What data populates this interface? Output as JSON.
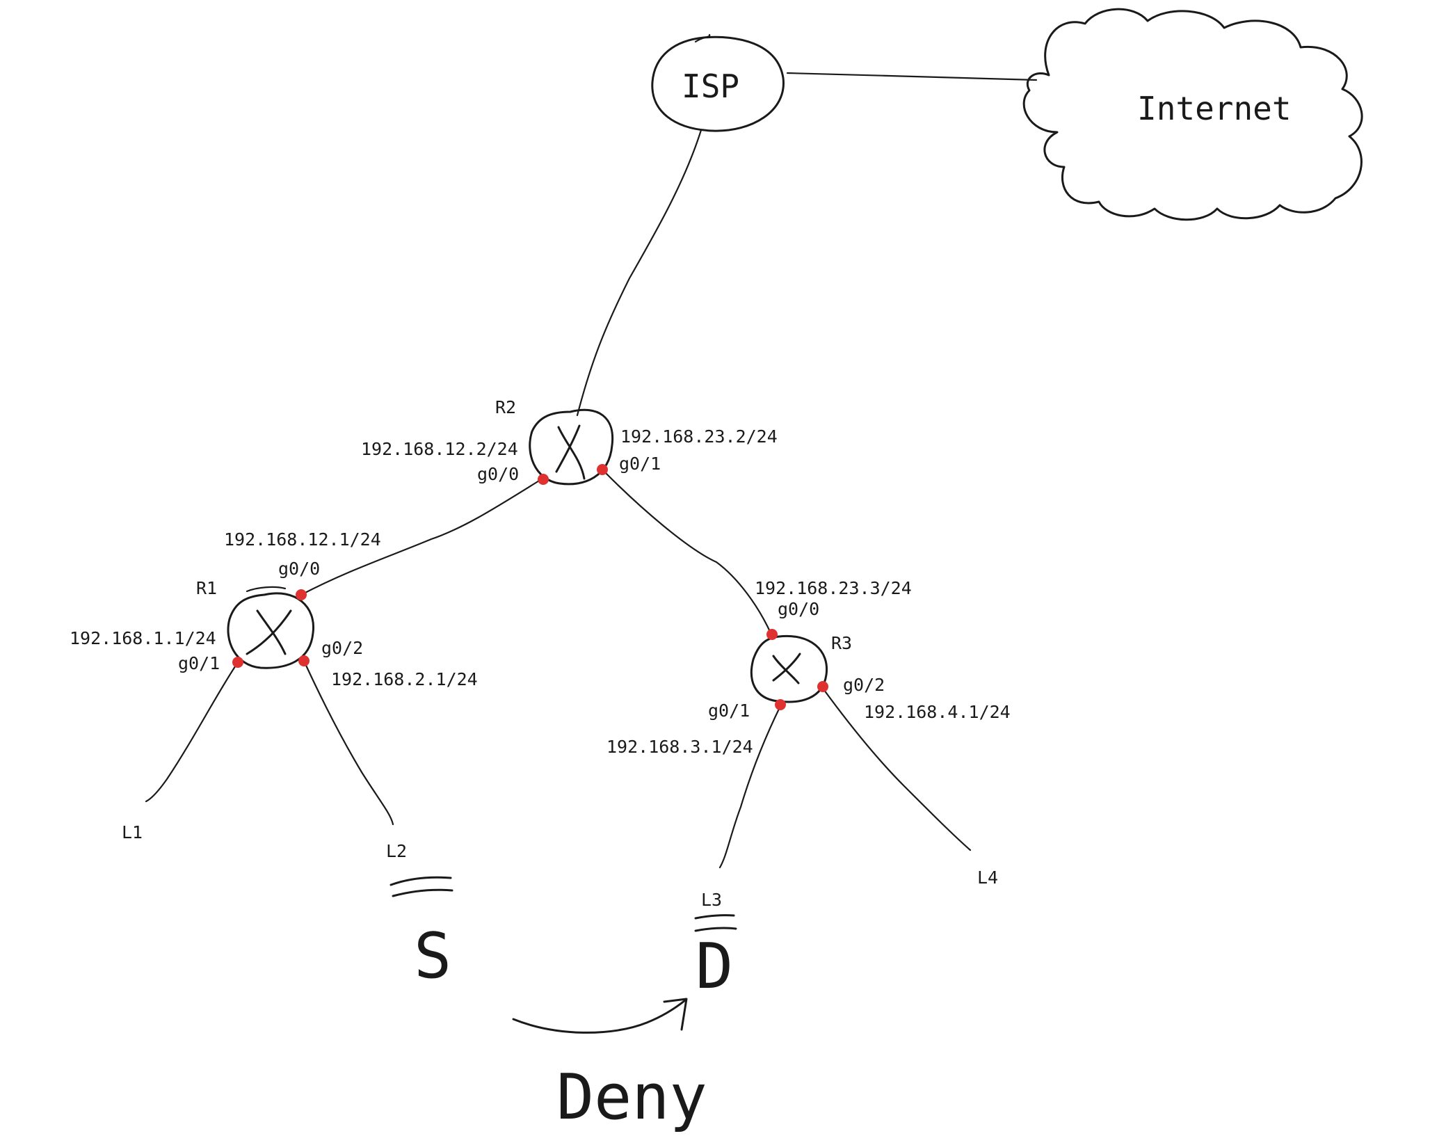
{
  "isp": {
    "label": "ISP"
  },
  "cloud": {
    "label": "Internet"
  },
  "routers": [
    {
      "name": "R1"
    },
    {
      "name": "R2"
    },
    {
      "name": "R3"
    }
  ],
  "interfaces": {
    "r2_g00": {
      "port": "g0/0",
      "ip": "192.168.12.2/24"
    },
    "r2_g01": {
      "port": "g0/1",
      "ip": "192.168.23.2/24"
    },
    "r1_g00": {
      "port": "g0/0",
      "ip": "192.168.12.1/24"
    },
    "r1_g01": {
      "port": "g0/1",
      "ip": "192.168.1.1/24"
    },
    "r1_g02": {
      "port": "g0/2",
      "ip": "192.168.2.1/24"
    },
    "r3_g00": {
      "port": "g0/0",
      "ip": "192.168.23.3/24"
    },
    "r3_g01": {
      "port": "g0/1",
      "ip": "192.168.3.1/24"
    },
    "r3_g02": {
      "port": "g0/2",
      "ip": "192.168.4.1/24"
    }
  },
  "lans": [
    {
      "name": "L1"
    },
    {
      "name": "L2"
    },
    {
      "name": "L3"
    },
    {
      "name": "L4"
    }
  ],
  "acl": {
    "source_label": "S",
    "dest_label": "D",
    "action": "Deny"
  },
  "colors": {
    "ink": "#1a1a1a",
    "interface_dot": "#e03131",
    "background": "#ffffff"
  }
}
